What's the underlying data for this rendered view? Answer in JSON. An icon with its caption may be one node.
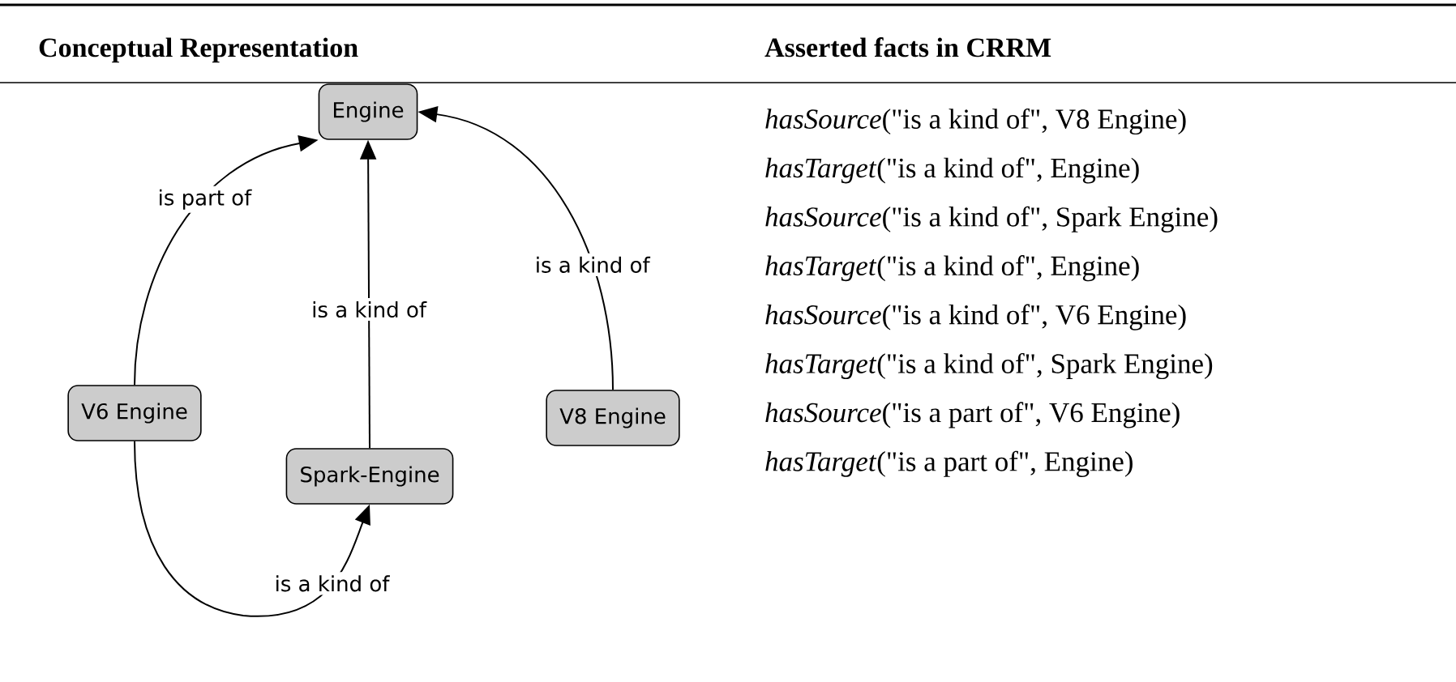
{
  "diagram": {
    "nodes": [
      {
        "text": [
          "Engine"
        ]
      },
      {
        "text": [
          "V6 Engine"
        ]
      },
      {
        "text": [
          "Spark-Engine"
        ]
      },
      {
        "text": [
          "V8 Engine"
        ]
      }
    ],
    "edges": [
      {
        "from": 1,
        "to": 0,
        "arrow": "to",
        "label": "is part of"
      },
      {
        "from": 2,
        "to": 0,
        "arrow": "to",
        "label": "is a kind of"
      },
      {
        "from": 3,
        "to": 0,
        "arrow": "to",
        "label": "is a kind of"
      },
      {
        "from": 1,
        "to": 2,
        "arrow": "to",
        "label": "is a kind of"
      }
    ],
    "labels": [
      "Conceptual Representation",
      "Asserted facts in CRRM",
      "*hasSource*(\"is a kind of\", V8 Engine)",
      "*hasTarget*(\"is a kind of\", Engine)",
      "*hasSource*(\"is a kind of\", Spark Engine)",
      "*hasTarget*(\"is a kind of\", Engine)",
      "*hasSource*(\"is a kind of\", V6 Engine)",
      "*hasTarget*(\"is a kind of\", Spark Engine)",
      "*hasSource*(\"is a part of\", V6 Engine)",
      "*hasTarget*(\"is a part of\", Engine)"
    ]
  }
}
